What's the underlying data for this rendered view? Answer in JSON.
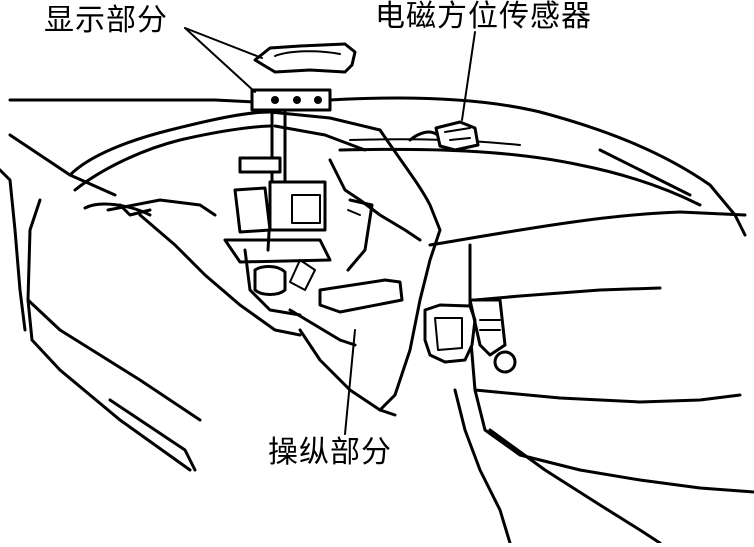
{
  "labels": {
    "display_part": "显示部分",
    "em_position_sensor": "电磁方位传感器",
    "control_part": "操纵部分"
  },
  "colors": {
    "line": "#000000",
    "background": "#ffffff"
  }
}
